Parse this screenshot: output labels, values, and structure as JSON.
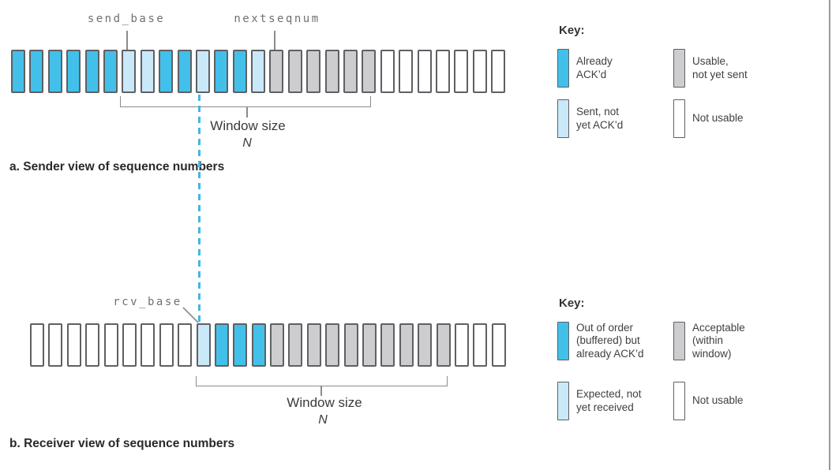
{
  "figure": {
    "sender": {
      "labels": {
        "send_base": "send_base",
        "nextseqnum": "nextseqnum"
      },
      "window_label": "Window size",
      "window_size_symbol": "N",
      "caption": "a. Sender view of sequence numbers",
      "boxes": [
        "already_acked",
        "already_acked",
        "already_acked",
        "already_acked",
        "already_acked",
        "already_acked",
        "sent_not_yet_acked",
        "sent_not_yet_acked",
        "already_acked",
        "already_acked",
        "sent_not_yet_acked",
        "already_acked",
        "already_acked",
        "sent_not_yet_acked",
        "usable_not_yet_sent",
        "usable_not_yet_sent",
        "usable_not_yet_sent",
        "usable_not_yet_sent",
        "usable_not_yet_sent",
        "usable_not_yet_sent",
        "not_usable",
        "not_usable",
        "not_usable",
        "not_usable",
        "not_usable",
        "not_usable",
        "not_usable"
      ]
    },
    "receiver": {
      "labels": {
        "rcv_base": "rcv_base"
      },
      "window_label": "Window size",
      "window_size_symbol": "N",
      "caption": "b. Receiver view of sequence numbers",
      "boxes": [
        "not_usable",
        "not_usable",
        "not_usable",
        "not_usable",
        "not_usable",
        "not_usable",
        "not_usable",
        "not_usable",
        "not_usable",
        "expected_not_yet_received",
        "out_of_order_buffered",
        "out_of_order_buffered",
        "out_of_order_buffered",
        "acceptable_within_window",
        "acceptable_within_window",
        "acceptable_within_window",
        "acceptable_within_window",
        "acceptable_within_window",
        "acceptable_within_window",
        "acceptable_within_window",
        "acceptable_within_window",
        "acceptable_within_window",
        "acceptable_within_window",
        "not_usable",
        "not_usable",
        "not_usable"
      ]
    },
    "sender_key": {
      "title": "Key:",
      "entries": [
        {
          "swatch": "already_acked",
          "label": "Already\nACK’d"
        },
        {
          "swatch": "usable_not_yet_sent",
          "label": "Usable,\nnot yet sent"
        },
        {
          "swatch": "sent_not_yet_acked",
          "label": "Sent, not\nyet ACK’d"
        },
        {
          "swatch": "not_usable",
          "label": "Not usable"
        }
      ]
    },
    "receiver_key": {
      "title": "Key:",
      "entries": [
        {
          "swatch": "out_of_order_buffered",
          "label": "Out of order\n(buffered) but\nalready ACK’d"
        },
        {
          "swatch": "acceptable_within_window",
          "label": "Acceptable\n(within\nwindow)"
        },
        {
          "swatch": "expected_not_yet_received",
          "label": "Expected, not\nyet received"
        },
        {
          "swatch": "not_usable",
          "label": "Not usable"
        }
      ]
    }
  },
  "box_states": {
    "already_acked": "#42c0ea",
    "sent_not_yet_acked": "#c9e8f8",
    "usable_not_yet_sent": "#cdcdcf",
    "not_usable": "#ffffff",
    "out_of_order_buffered": "#42c0ea",
    "expected_not_yet_received": "#c9e8f8",
    "acceptable_within_window": "#cdcdcf"
  },
  "colors": {
    "box_border": "#5f6063",
    "line_gray": "#8a8b8e",
    "mono_label": "#6f7073",
    "text_dark": "#3b3b3d",
    "caption": "#29292b",
    "dashed_line": "#3fb8e5",
    "frame_border": "#98999b"
  }
}
